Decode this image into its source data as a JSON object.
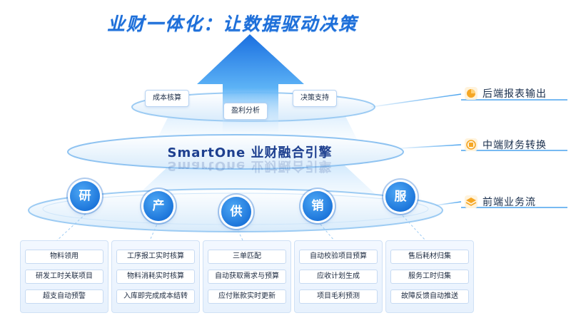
{
  "title": "业财一体化：让数据驱动决策",
  "top_tier": {
    "label": "后端报表输出",
    "items": [
      "成本核算",
      "盈利分析",
      "决策支持"
    ]
  },
  "middle_tier": {
    "label": "中端财务转换",
    "engine": "SmartOne 业财融合引擎"
  },
  "bottom_tier": {
    "label": "前端业务流",
    "nodes": [
      "研",
      "产",
      "供",
      "销",
      "服"
    ]
  },
  "cards": [
    {
      "items": [
        "物料领用",
        "研发工时关联项目",
        "超支自动预警"
      ]
    },
    {
      "items": [
        "工序报工实时核算",
        "物料消耗实时核算",
        "入库即完成成本结转"
      ]
    },
    {
      "items": [
        "三单匹配",
        "自动获取需求与预算",
        "应付账款实时更新"
      ]
    },
    {
      "items": [
        "自动校验项目预算",
        "应收计划生成",
        "项目毛利预测"
      ]
    },
    {
      "items": [
        "售后耗材归集",
        "服务工时归集",
        "故障反馈自动推送"
      ]
    }
  ],
  "colors": {
    "primary": "#1e6fd9",
    "accent": "#f5a623",
    "line": "#4aa3ee"
  },
  "icons": {
    "top": "pie-chart-icon",
    "middle": "conversion-icon",
    "bottom": "layers-icon"
  }
}
